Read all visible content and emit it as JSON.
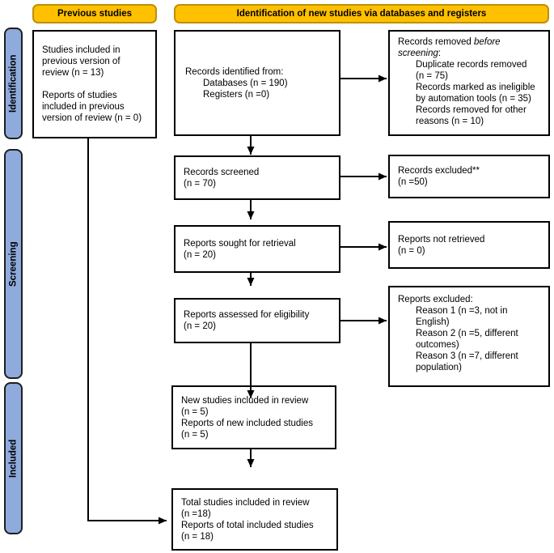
{
  "colors": {
    "header_bg": "#FFC000",
    "header_border": "#BF9000",
    "sidebar_bg": "#8FAADC",
    "box_border": "#000000",
    "arrow": "#000000"
  },
  "headers": {
    "previous": "Previous studies",
    "main": "Identification of new studies via databases and registers"
  },
  "sidebar": {
    "identification": "Identification",
    "screening": "Screening",
    "included": "Included"
  },
  "boxes": {
    "previous_studies": {
      "para1": [
        "Studies included in",
        "previous version of",
        "review (n = 13)"
      ],
      "para2": [
        "Reports of studies",
        "included in previous",
        "version of review (n = 0)"
      ]
    },
    "records_identified": {
      "title": "Records identified from:",
      "details": [
        "Databases (n = 190)",
        "Registers (n =0)"
      ]
    },
    "records_removed": {
      "line1_normal": "Records removed ",
      "line1_italic": "before",
      "line2_italic": "screening",
      "line2_normal": ":",
      "details": [
        "Duplicate records removed",
        "(n = 75)",
        "Records marked as ineligible",
        "by automation tools (n = 35)",
        "Records removed for other",
        "reasons (n = 10)"
      ]
    },
    "records_screened": [
      "Records screened",
      "(n = 70)"
    ],
    "records_excluded": [
      "Records excluded**",
      "(n =50)"
    ],
    "reports_sought": [
      "Reports sought for retrieval",
      "(n = 20)"
    ],
    "reports_not_retrieved": [
      "Reports not retrieved",
      "(n = 0)"
    ],
    "reports_assessed": [
      "Reports assessed for eligibility",
      "(n = 20)"
    ],
    "reports_excluded": {
      "title": "Reports excluded:",
      "details": [
        "Reason 1 (n =3, not in",
        "English)",
        "Reason 2 (n =5, different",
        "outcomes)",
        "Reason 3 (n =7, different",
        "population)"
      ]
    },
    "new_studies": [
      "New studies included in review",
      "(n = 5)",
      "Reports of new included studies",
      "(n = 5)"
    ],
    "total_studies": [
      "Total studies included in review",
      "(n =18)",
      "Reports of total included studies",
      "(n = 18)"
    ]
  }
}
